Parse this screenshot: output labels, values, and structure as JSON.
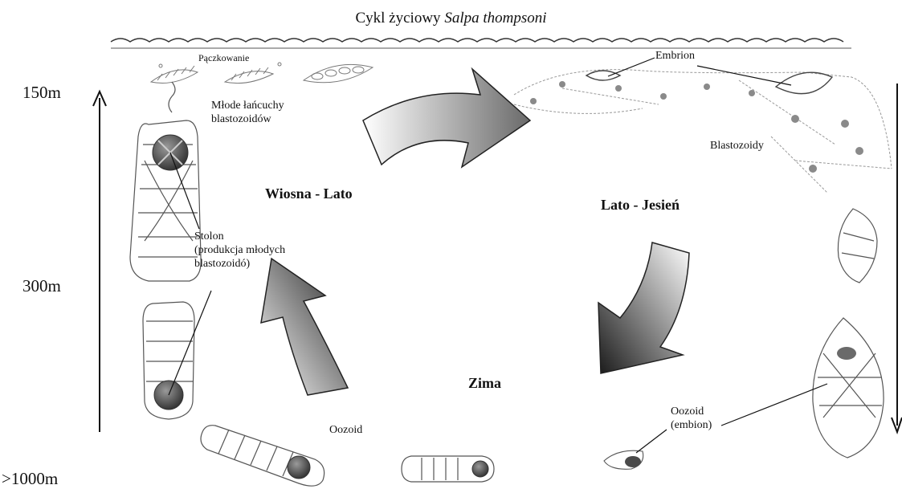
{
  "title": {
    "prefix": "Cykl życiowy ",
    "species": "Salpa thompsoni"
  },
  "depths": [
    "150m",
    "300m",
    ">1000m"
  ],
  "seasons": {
    "spring_summer": "Wiosna - Lato",
    "summer_autumn": "Lato - Jesień",
    "winter": "Zima"
  },
  "labels": {
    "budding": "Pączkowanie",
    "young_chains": "Młode łańcuchy\nblastozoidów",
    "embryo": "Embrion",
    "blastozooids": "Blastozoidy",
    "stolon": "Stolon\n (produkcja młodych\nblastozoidó)",
    "oozoid": "Oozoid",
    "oozoid_embryo": "Oozoid\n(embion)"
  }
}
